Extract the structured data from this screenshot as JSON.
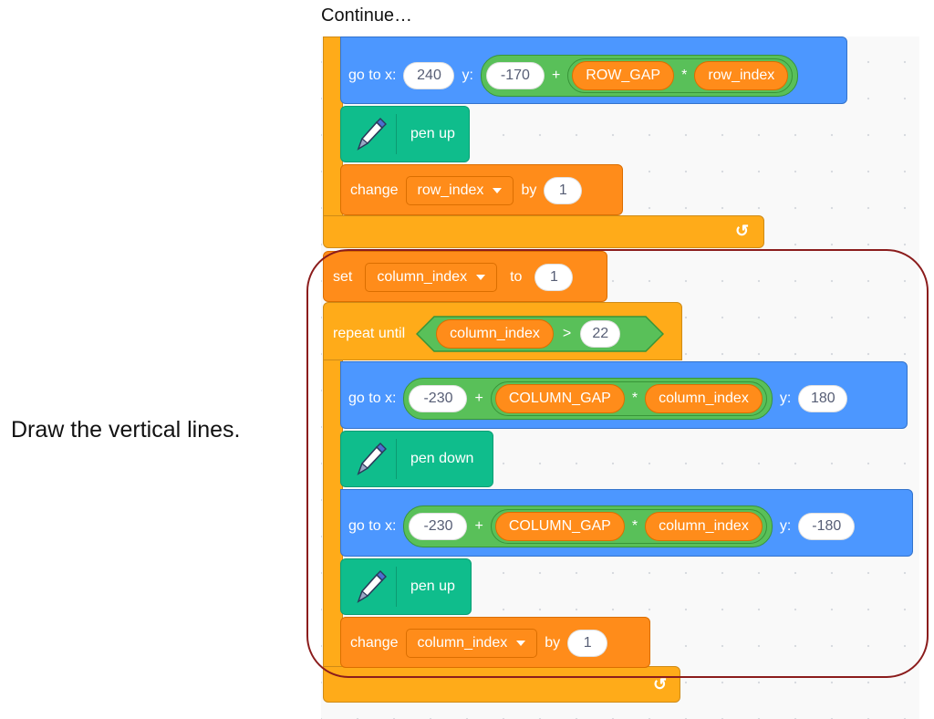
{
  "caption_top": "Continue…",
  "side_note": "Draw the vertical lines.",
  "blocks": {
    "goto_row": {
      "label_x": "go to x:",
      "x_value": "240",
      "label_y": "y:",
      "y_base": "-170",
      "plus": "+",
      "times": "*",
      "gap_var": "ROW_GAP",
      "index_var": "row_index"
    },
    "pen_up_1": {
      "label": "pen up"
    },
    "change_row": {
      "label": "change",
      "variable": "row_index",
      "by_label": "by",
      "value": "1"
    },
    "set_col": {
      "label": "set",
      "variable": "column_index",
      "to_label": "to",
      "value": "1"
    },
    "repeat_until": {
      "label": "repeat until",
      "left": "column_index",
      "operator": ">",
      "right": "22"
    },
    "goto_top": {
      "label_x": "go to x:",
      "x_base": "-230",
      "plus": "+",
      "times": "*",
      "gap_var": "COLUMN_GAP",
      "index_var": "column_index",
      "label_y": "y:",
      "y_value": "180"
    },
    "pen_down": {
      "label": "pen down"
    },
    "goto_bottom": {
      "label_x": "go to x:",
      "x_base": "-230",
      "plus": "+",
      "times": "*",
      "gap_var": "COLUMN_GAP",
      "index_var": "column_index",
      "label_y": "y:",
      "y_value": "-180"
    },
    "pen_up_2": {
      "label": "pen up"
    },
    "change_col": {
      "label": "change",
      "variable": "column_index",
      "by_label": "by",
      "value": "1"
    }
  },
  "icons": {
    "pen": "pen-icon",
    "loop": "loop-arrow-icon",
    "dropdown": "dropdown-arrow-icon"
  },
  "colors": {
    "motion": "#4c97ff",
    "pen": "#0fbd8c",
    "variables": "#ff8c1a",
    "control": "#ffab19",
    "operators": "#59c059",
    "highlight": "#8b1c1c"
  }
}
